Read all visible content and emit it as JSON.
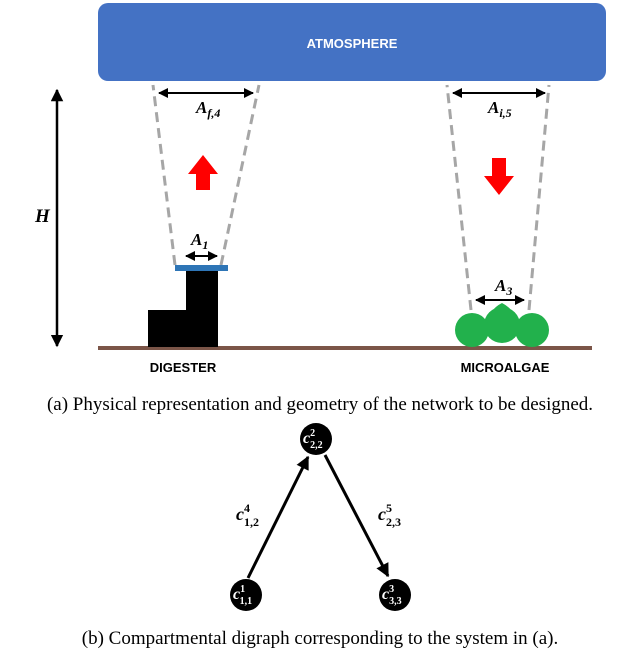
{
  "panel_a": {
    "atmosphere_label": "ATMOSPHERE",
    "height_label": "H",
    "source_label": "DIGESTER",
    "sink_label": "MICROALGAE",
    "area_f4": {
      "base": "A",
      "sub": "f,4"
    },
    "area_i5": {
      "base": "A",
      "sub": "i,5"
    },
    "area_1": {
      "base": "A",
      "sub": "1"
    },
    "area_3": {
      "base": "A",
      "sub": "3"
    },
    "caption": "(a) Physical representation and geometry of the network to be designed."
  },
  "panel_b": {
    "nodes": [
      {
        "base": "c",
        "sup": "2",
        "sub": "2,2"
      },
      {
        "base": "c",
        "sup": "1",
        "sub": "1,1"
      },
      {
        "base": "c",
        "sup": "3",
        "sub": "3,3"
      }
    ],
    "edges": [
      {
        "base": "c",
        "sup": "4",
        "sub": "1,2"
      },
      {
        "base": "c",
        "sup": "5",
        "sub": "2,3"
      }
    ],
    "caption": "(b) Compartmental digraph corresponding to the system in (a)."
  },
  "colors": {
    "atmosphere": "#4472c4",
    "ground": "#7b5548",
    "flow_arrow": "#ff0000",
    "stack_top": "#2e75b6",
    "algae": "#22b14c",
    "dashed": "#a6a6a6"
  }
}
